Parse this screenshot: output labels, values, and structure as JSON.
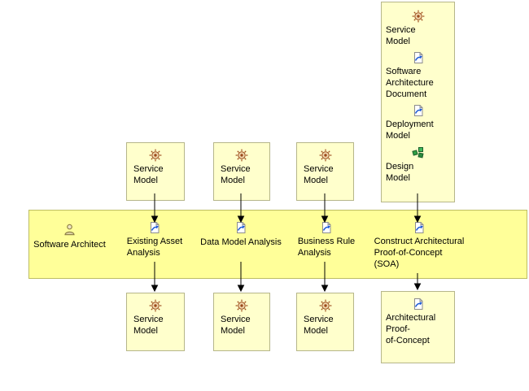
{
  "colors": {
    "box_fill": "#ffffcc",
    "band_fill": "#ffff99",
    "arrow": "#000000",
    "task_icon_blue": "#1e5bd6",
    "model_icon_brown": "#9c4a1a",
    "design_icon_green": "#2b8a3e"
  },
  "top_right_group": {
    "items": [
      {
        "icon": "service-model-icon",
        "label": "Service\nModel"
      },
      {
        "icon": "artifact-icon",
        "label": "Software\nArchitecture\nDocument"
      },
      {
        "icon": "artifact-icon",
        "label": "Deployment\nModel"
      },
      {
        "icon": "design-model-icon",
        "label": "Design\nModel"
      }
    ]
  },
  "top_inputs": [
    {
      "icon": "service-model-icon",
      "label": "Service\nModel"
    },
    {
      "icon": "service-model-icon",
      "label": "Service\nModel"
    },
    {
      "icon": "service-model-icon",
      "label": "Service\nModel"
    }
  ],
  "band": {
    "role": {
      "icon": "role-icon",
      "label": "Software Architect"
    },
    "tasks": [
      {
        "icon": "task-icon",
        "label": "Existing Asset\nAnalysis"
      },
      {
        "icon": "task-icon",
        "label": "Data Model Analysis"
      },
      {
        "icon": "task-icon",
        "label": "Business Rule\nAnalysis"
      },
      {
        "icon": "task-icon",
        "label": "Construct Architectural\nProof-of-Concept\n(SOA)"
      }
    ]
  },
  "bottom_outputs": [
    {
      "icon": "service-model-icon",
      "label": "Service\nModel"
    },
    {
      "icon": "service-model-icon",
      "label": "Service\nModel"
    },
    {
      "icon": "service-model-icon",
      "label": "Service\nModel"
    },
    {
      "icon": "artifact-icon",
      "label": "Architectural\nProof-\nof-Concept"
    }
  ]
}
